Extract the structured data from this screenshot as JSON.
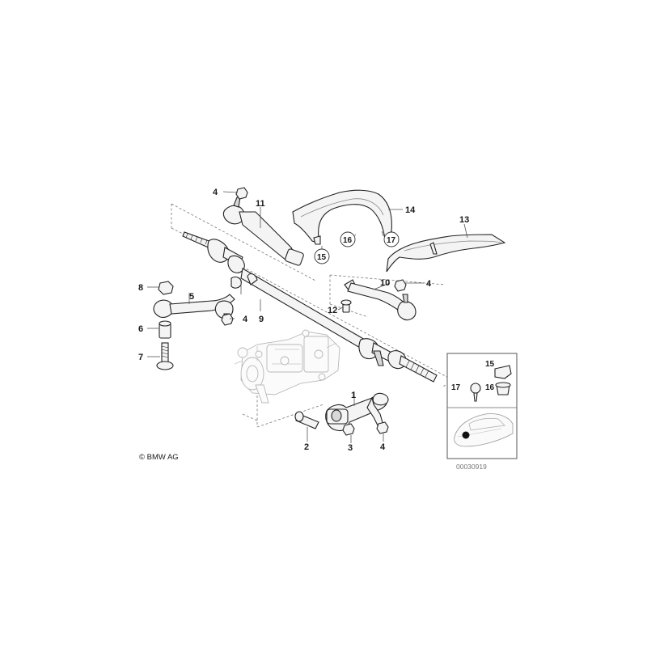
{
  "labels": {
    "p1": "1",
    "p2": "2",
    "p3": "3",
    "p4a": "4",
    "p4b": "4",
    "p4c": "4",
    "p4d": "4",
    "p5": "5",
    "p6": "6",
    "p7": "7",
    "p8": "8",
    "p9": "9",
    "p10": "10",
    "p11": "11",
    "p12": "12",
    "p13": "13",
    "p14": "14",
    "p15": "15",
    "p16": "16",
    "p17": "17",
    "inset15": "15",
    "inset16": "16",
    "inset17": "17"
  },
  "copyright": "© BMW AG",
  "doc_number": "00030919"
}
